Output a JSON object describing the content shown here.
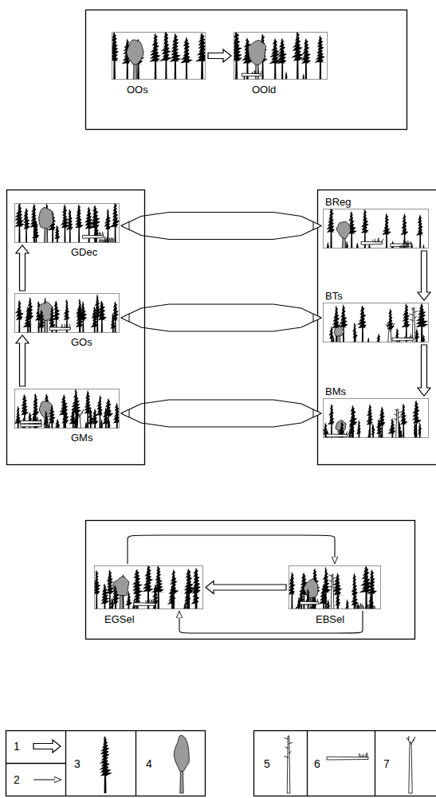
{
  "diagram": {
    "nodes": [
      {
        "text": [
          "OOs"
        ]
      },
      {
        "text": [
          "OOld"
        ]
      },
      {
        "text": [
          "GDec"
        ]
      },
      {
        "text": [
          "BReg"
        ]
      },
      {
        "text": [
          "GOs"
        ]
      },
      {
        "text": [
          "BTs"
        ]
      },
      {
        "text": [
          "GMs"
        ]
      },
      {
        "text": [
          "BMs"
        ]
      },
      {
        "text": [
          "EGSel"
        ]
      },
      {
        "text": [
          "EBSel"
        ]
      }
    ],
    "edges": [
      {
        "from": 0,
        "to": 1,
        "arrow": "to"
      },
      {
        "from": 6,
        "to": 4,
        "arrow": "to"
      },
      {
        "from": 4,
        "to": 2,
        "arrow": "to"
      },
      {
        "from": 3,
        "to": 5,
        "arrow": "to"
      },
      {
        "from": 5,
        "to": 7,
        "arrow": "to"
      },
      {
        "from": 2,
        "to": 3,
        "arrow": "both"
      },
      {
        "from": 4,
        "to": 5,
        "arrow": "both"
      },
      {
        "from": 6,
        "to": 7,
        "arrow": "both"
      },
      {
        "from": 9,
        "to": 8,
        "arrow": "to"
      },
      {
        "from": 8,
        "to": 9,
        "arrow": "to"
      },
      {
        "from": 9,
        "to": 8,
        "arrow": "to"
      }
    ],
    "legend": [
      {
        "text": "1"
      },
      {
        "text": "2"
      },
      {
        "text": "3"
      },
      {
        "text": "4"
      },
      {
        "text": "5"
      },
      {
        "text": "6"
      },
      {
        "text": "7"
      }
    ]
  }
}
